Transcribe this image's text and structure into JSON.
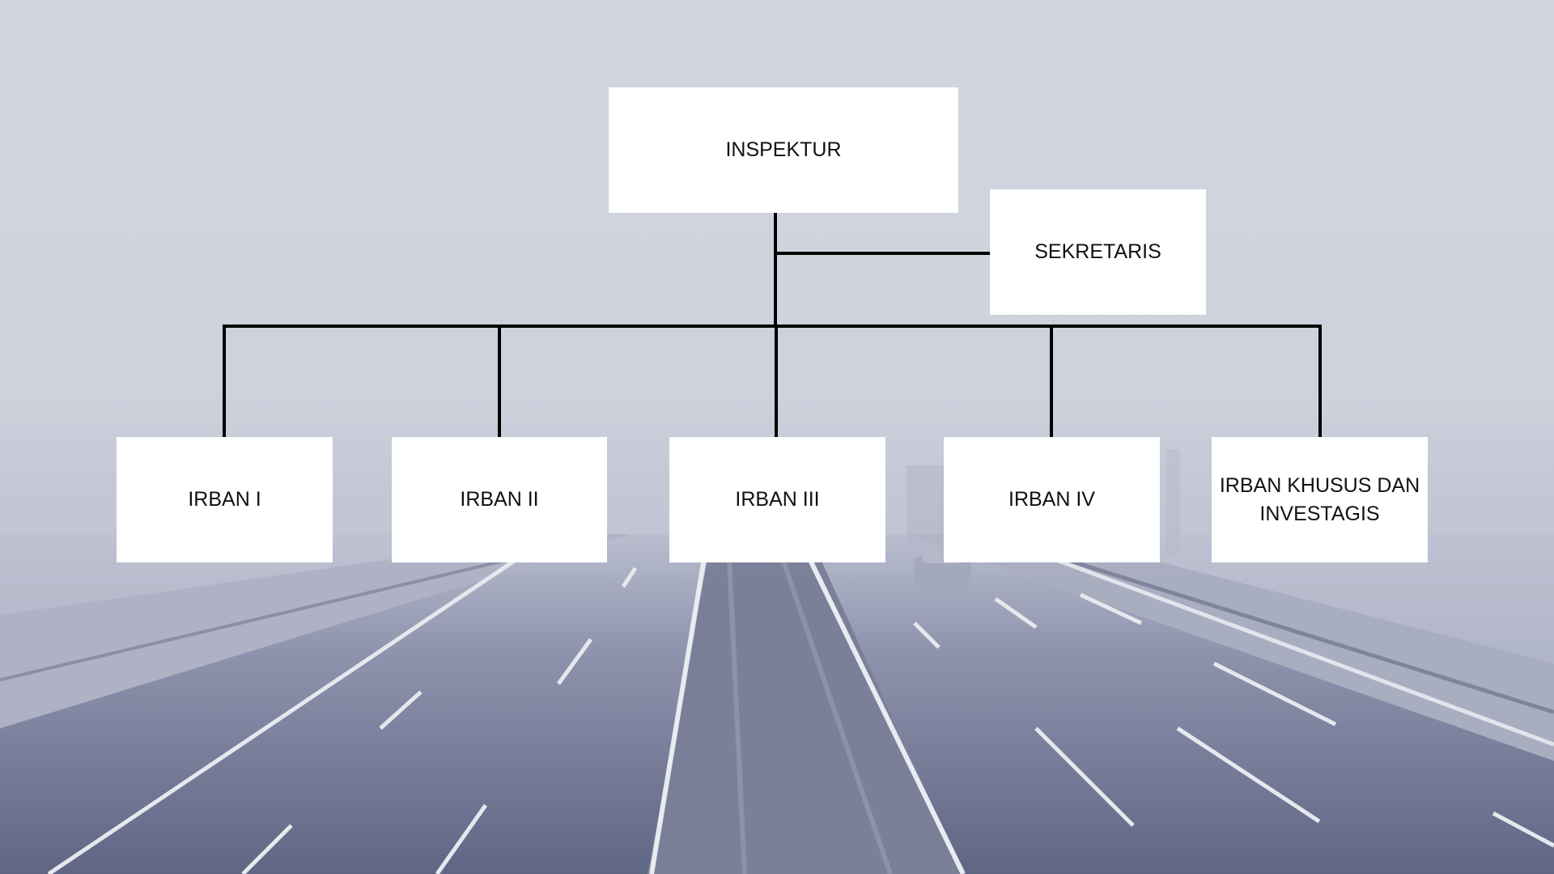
{
  "org_chart": {
    "top": {
      "label": "INSPEKTUR"
    },
    "staff": {
      "label": "SEKRETARIS"
    },
    "units": [
      {
        "label": "IRBAN I"
      },
      {
        "label": "IRBAN II"
      },
      {
        "label": "IRBAN III"
      },
      {
        "label": "IRBAN IV"
      },
      {
        "label": "IRBAN KHUSUS DAN INVESTAGIS"
      }
    ]
  },
  "colors": {
    "box_fill": "#ffffff",
    "text": "#111111",
    "connector": "#000000",
    "fog_sky": "#d3d7e0",
    "road": "#626985"
  }
}
